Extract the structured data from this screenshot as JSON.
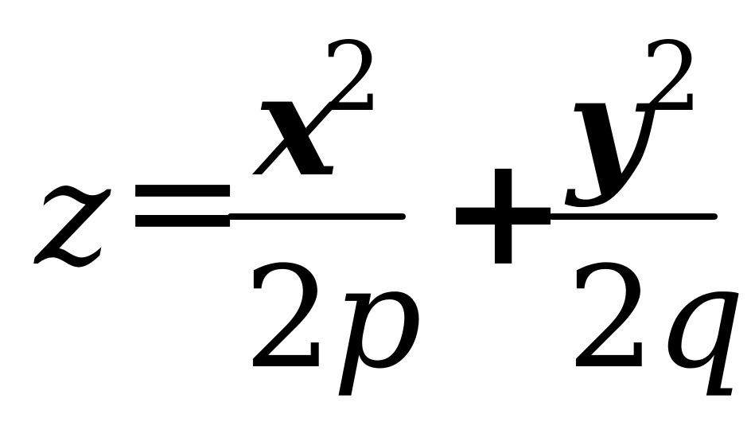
{
  "equation": {
    "lhs": "z",
    "equals": "=",
    "left_fraction": {
      "numerator_base": "x",
      "numerator_exponent": "2",
      "denominator_coefficient": "2",
      "denominator_variable": "p"
    },
    "plus": "+",
    "right_fraction": {
      "numerator_base": "y",
      "numerator_exponent": "2",
      "denominator_coefficient": "2",
      "denominator_variable": "q"
    }
  },
  "colors": {
    "text": "#000000",
    "background": "#ffffff"
  }
}
